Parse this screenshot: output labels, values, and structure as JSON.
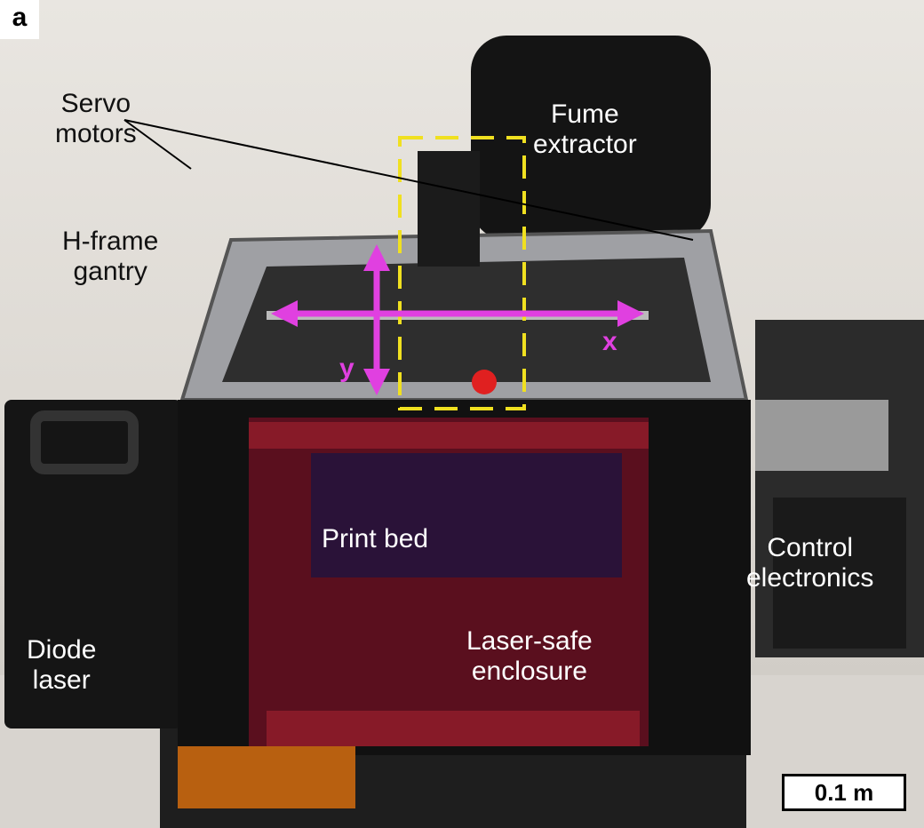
{
  "panel_label": "a",
  "annotations": {
    "servo_motors": "Servo\nmotors",
    "fume_extractor": "Fume\nextractor",
    "h_frame_gantry": "H-frame\ngantry",
    "print_bed": "Print bed",
    "control_electronics": "Control\nelectronics",
    "diode_laser": "Diode\nlaser",
    "laser_safe_enclosure": "Laser-safe\nenclosure",
    "axis_x": "x",
    "axis_y": "y"
  },
  "scale_bar": "0.1 m",
  "colors": {
    "axis_arrows": "#e040e0",
    "highlight_box": "#f0e020",
    "enclosure": "#6a1020"
  }
}
